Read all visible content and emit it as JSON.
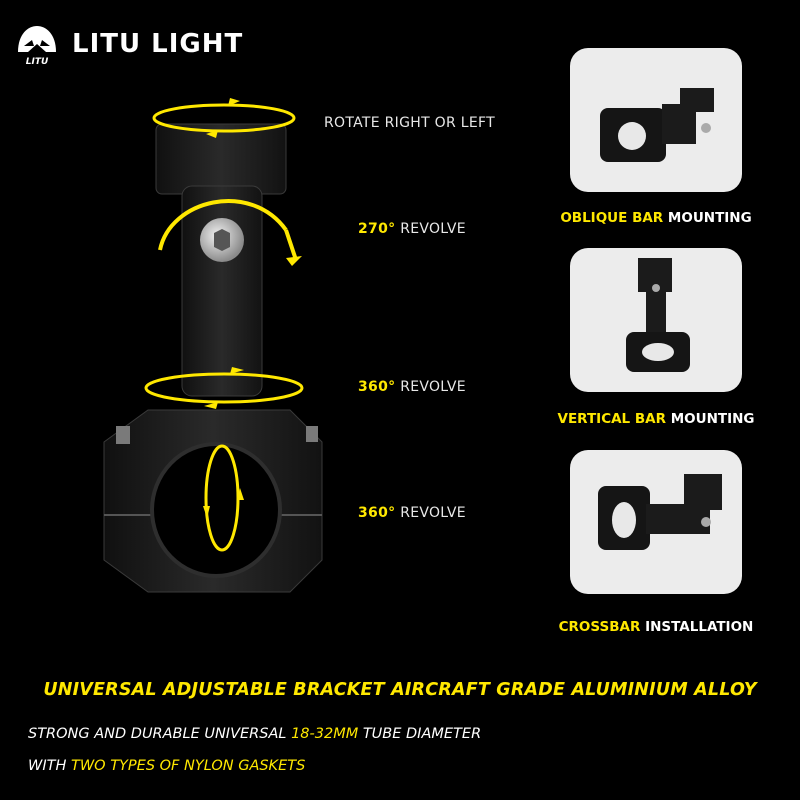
{
  "brand": {
    "logo_lettering": "LITU",
    "name": "LITU LIGHT"
  },
  "callouts": [
    {
      "highlight": "",
      "text": "ROTATE RIGHT OR LEFT"
    },
    {
      "highlight": "270°",
      "text": " REVOLVE"
    },
    {
      "highlight": "360°",
      "text": " REVOLVE"
    },
    {
      "highlight": "360°",
      "text": " REVOLVE"
    }
  ],
  "mountings": [
    {
      "highlight": "OBLIQUE BAR",
      "text": " MOUNTING"
    },
    {
      "highlight": "VERTICAL BAR",
      "text": " MOUNTING"
    },
    {
      "highlight": "CROSSBAR",
      "text": " INSTALLATION"
    }
  ],
  "headline": "UNIVERSAL ADJUSTABLE BRACKET AIRCRAFT GRADE ALUMINIUM ALLOY",
  "description": {
    "line1_a": "STRONG AND DURABLE UNIVERSAL ",
    "line1_hl": "18-32MM",
    "line1_b": " TUBE DIAMETER",
    "line2_a": "WITH ",
    "line2_hl": "TWO TYPES OF NYLON GASKETS"
  },
  "colors": {
    "accent": "#ffe800",
    "background": "#000000",
    "card": "#ececec"
  }
}
